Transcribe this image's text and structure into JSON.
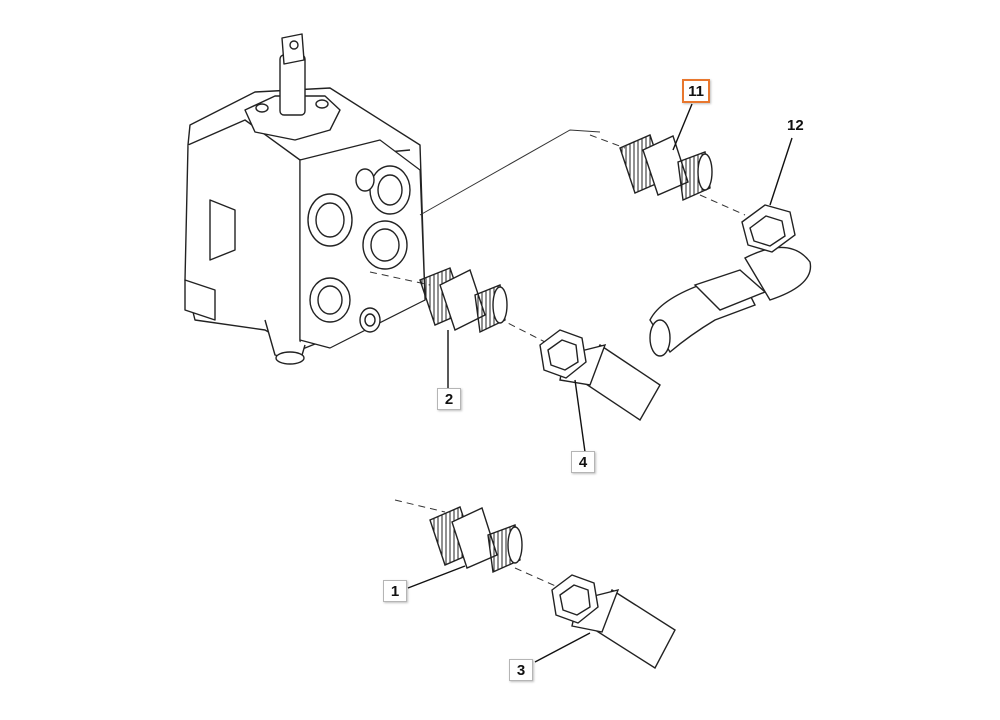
{
  "callouts": {
    "c1": "1",
    "c2": "2",
    "c3": "3",
    "c4": "4",
    "c11": "11",
    "c12": "12"
  },
  "colors": {
    "highlight": "#e8772e",
    "line": "#111111"
  },
  "highlighted_callout": "11"
}
